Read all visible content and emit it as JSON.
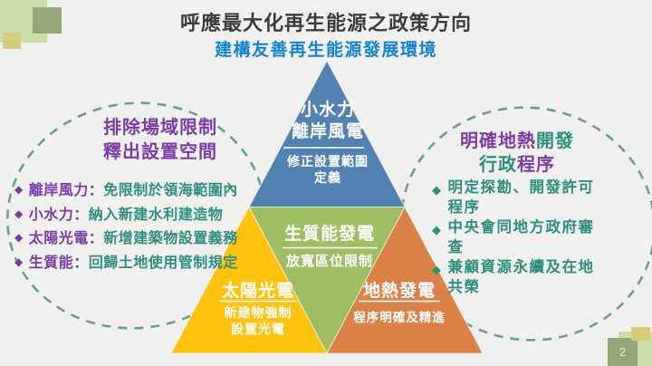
{
  "slide": {
    "title": "呼應最大化再生能源之政策方向",
    "subtitle": "建構友善再生能源發展環境",
    "page_number": "2"
  },
  "colors": {
    "background": "#F0F1EF",
    "subtitle_blue": "#1583D5",
    "purple": "#7B3CA3",
    "teal": "#2F8F7F",
    "dashed_outline": "#66A08C",
    "pyramid_blue": "#5282B2",
    "pyramid_green": "#9DBF62",
    "pyramid_yellow": "#FFC20E",
    "pyramid_orange": "#DB8249"
  },
  "pyramid": {
    "top": {
      "name_line1": "小水力",
      "name_line2": "離岸風電",
      "note_line1": "修正設置範圍",
      "note_line2": "定義"
    },
    "middle": {
      "name": "生質能發電",
      "note": "放寬區位限制"
    },
    "bottom_left": {
      "name": "太陽光電",
      "note_line1": "新建物強制",
      "note_line2": "設置光電"
    },
    "bottom_right": {
      "name": "地熱發電",
      "note": "程序明確及精進"
    }
  },
  "left_bubble": {
    "heading_line1": "排除場域限制",
    "heading_line2": "釋出設置空間",
    "bullet_glyph": "◆",
    "items": [
      {
        "term": "離岸風力：",
        "desc": "免限制於領海範圍內"
      },
      {
        "term": "小水力：",
        "desc": "納入新建水利建造物"
      },
      {
        "term": "太陽光電：",
        "desc": "新增建築物設置義務"
      },
      {
        "term": "生質能：",
        "desc": "回歸土地使用管制規定"
      }
    ]
  },
  "right_bubble": {
    "heading_seg1": "明確地熱",
    "heading_seg2": "開發",
    "heading_seg3": "行政",
    "heading_seg4": "程序",
    "bullet_glyph": "◆",
    "items": [
      {
        "line1": "明定探勘、開發許可",
        "line2": "程序"
      },
      {
        "line1": "中央會同地方政府審",
        "line2": "查"
      },
      {
        "line1": "兼顧資源永續及在地",
        "line2": "共榮"
      }
    ]
  }
}
